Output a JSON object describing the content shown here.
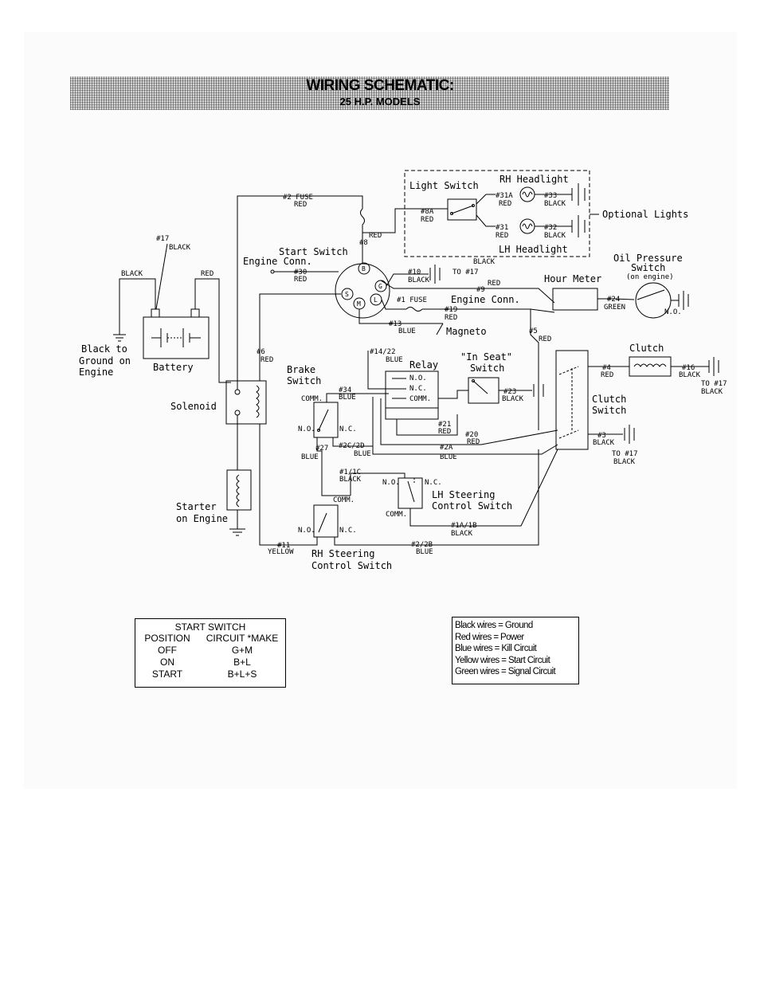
{
  "header": {
    "title": "WIRING SCHEMATIC:",
    "subtitle": "25 H.P. MODELS"
  },
  "components": {
    "light_switch": "Light Switch",
    "rh_headlight": "RH Headlight",
    "lh_headlight": "LH Headlight",
    "optional_lights": "Optional Lights",
    "oil_pressure_switch_1": "Oil Pressure",
    "oil_pressure_switch_2": "Switch",
    "oil_pressure_switch_3": "(on engine)",
    "hour_meter": "Hour Meter",
    "start_switch": "Start Switch",
    "engine_conn": "Engine Conn.",
    "engine_conn_2": "Engine Conn.",
    "magneto": "Magneto",
    "battery": "Battery",
    "black_to_ground_1": "Black to",
    "black_to_ground_2": "Ground on",
    "black_to_ground_3": "Engine",
    "solenoid": "Solenoid",
    "starter_1": "Starter",
    "starter_2": "on Engine",
    "brake_switch_1": "Brake",
    "brake_switch_2": "Switch",
    "relay": "Relay",
    "in_seat_switch_1": "\"In Seat\"",
    "in_seat_switch_2": "Switch",
    "clutch": "Clutch",
    "clutch_switch_1": "Clutch",
    "clutch_switch_2": "Switch",
    "lh_steering_1": "LH Steering",
    "lh_steering_2": "Control Switch",
    "rh_steering_1": "RH Steering",
    "rh_steering_2": "Control Switch",
    "no": "N.O.",
    "nc": "N.C.",
    "comm": "COMM.",
    "fuse_1": "#1 FUSE",
    "to_17": "TO #17"
  },
  "wires": {
    "w2_fuse": "#2 FUSE",
    "w2_fuse_color": "RED",
    "w8": "#8",
    "w8_color": "RED",
    "w8a": "#8A",
    "w8a_color": "RED",
    "w31a": "#31A",
    "w31a_color": "RED",
    "w33": "#33",
    "w33_color": "BLACK",
    "w31": "#31",
    "w31_color": "RED",
    "w32": "#32",
    "w32_color": "BLACK",
    "lights_ground": "BLACK",
    "w17": "#17",
    "w17_color": "BLACK",
    "bat_black": "BLACK",
    "bat_red": "RED",
    "w30": "#30",
    "w30_color": "RED",
    "w10": "#10",
    "w10_color": "BLACK",
    "w9": "#9",
    "w9_color": "RED",
    "w19": "#19",
    "w19_color": "RED",
    "w13": "#13",
    "w13_color": "BLUE",
    "w24": "#24",
    "w24_color": "GREEN",
    "w5": "#5",
    "w5_color": "RED",
    "w6": "#6",
    "w6_color": "RED",
    "w14_22": "#14/22",
    "w14_22_color": "BLUE",
    "w34": "#34",
    "w34_color": "BLUE",
    "w27": "#27",
    "w27_color": "BLUE",
    "w2c_2d": "#2C/2D",
    "w2c_2d_color": "BLUE",
    "w21": "#21",
    "w21_color": "RED",
    "w20": "#20",
    "w20_color": "RED",
    "w2a": "#2A",
    "w2a_color": "BLUE",
    "w23": "#23",
    "w23_color": "BLACK",
    "w4": "#4",
    "w4_color": "RED",
    "w16": "#16",
    "w16_color": "BLACK",
    "w16_to": "TO #17",
    "w16_to_color": "BLACK",
    "w3": "#3",
    "w3_color": "BLACK",
    "w3_to": "TO #17",
    "w3_to_color": "BLACK",
    "w1_1c": "#1/1C",
    "w1_1c_color": "BLACK",
    "w1a_1b": "#1A/1B",
    "w1a_1b_color": "BLACK",
    "w11": "#11",
    "w11_color": "YELLOW",
    "w2_2b": "#2/2B",
    "w2_2b_color": "BLUE"
  },
  "switch_terminals": {
    "b": "B",
    "g": "G",
    "s": "S",
    "m": "M",
    "l": "L"
  },
  "start_switch_table": {
    "title": "START SWITCH",
    "header": [
      "POSITION",
      "CIRCUIT *MAKE"
    ],
    "rows": [
      [
        "OFF",
        "G+M"
      ],
      [
        "ON",
        "B+L"
      ],
      [
        "START",
        "B+L+S"
      ]
    ]
  },
  "wire_legend": [
    "Black wires = Ground",
    "Red wires = Power",
    "Blue wires = Kill Circuit",
    "Yellow wires = Start Circuit",
    "Green wires = Signal Circuit"
  ]
}
